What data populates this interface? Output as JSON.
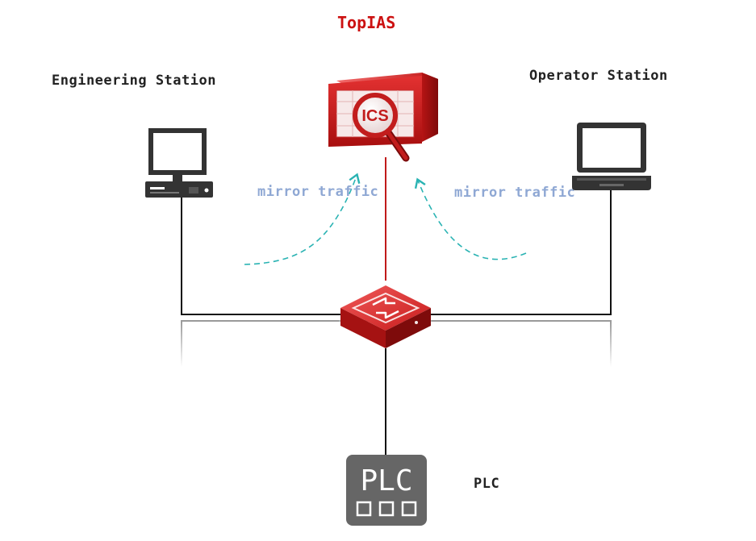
{
  "title": "TopIAS",
  "nodes": {
    "engineering_station": "Engineering Station",
    "operator_station": "Operator Station",
    "plc_label": "PLC"
  },
  "device_text": {
    "ics_badge": "ICS",
    "plc_screen": "PLC"
  },
  "annotations": {
    "left_mirror": "mirror traffic",
    "right_mirror": "mirror traffic"
  },
  "colors": {
    "title": "#cc1111",
    "accent_red": "#d42a2a",
    "mirror_text": "#8fa8d4",
    "dashed_arrow": "#2ab3b3",
    "link_black": "#111111",
    "link_red": "#c01a1a",
    "plc_body": "#666666"
  },
  "icons": [
    "desktop-pc-icon",
    "laptop-icon",
    "ics-appliance-icon",
    "switch-icon",
    "plc-icon"
  ]
}
